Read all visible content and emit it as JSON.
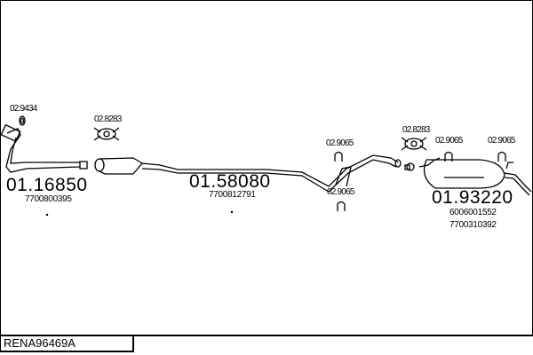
{
  "reference": "RENA96469A",
  "parts": [
    {
      "number": "01.16850",
      "oem": [
        "7700800395"
      ]
    },
    {
      "number": "01.58080",
      "oem": [
        "7700812791"
      ]
    },
    {
      "number": "01.93220",
      "oem": [
        "6006001552",
        "7700310392"
      ]
    }
  ],
  "accessories": [
    {
      "number": "02.9434",
      "icon": "gasket-ring-icon"
    },
    {
      "number": "02.8283",
      "icon": "mounting-kit-icon"
    },
    {
      "number": "02.9065",
      "icon": "rubber-hanger-icon"
    },
    {
      "number": "02.9065",
      "icon": "rubber-hanger-icon"
    },
    {
      "number": "02.8283",
      "icon": "mounting-kit-icon"
    },
    {
      "number": "02.9065",
      "icon": "rubber-hanger-icon"
    },
    {
      "number": "02.9065",
      "icon": "rubber-hanger-icon"
    }
  ]
}
